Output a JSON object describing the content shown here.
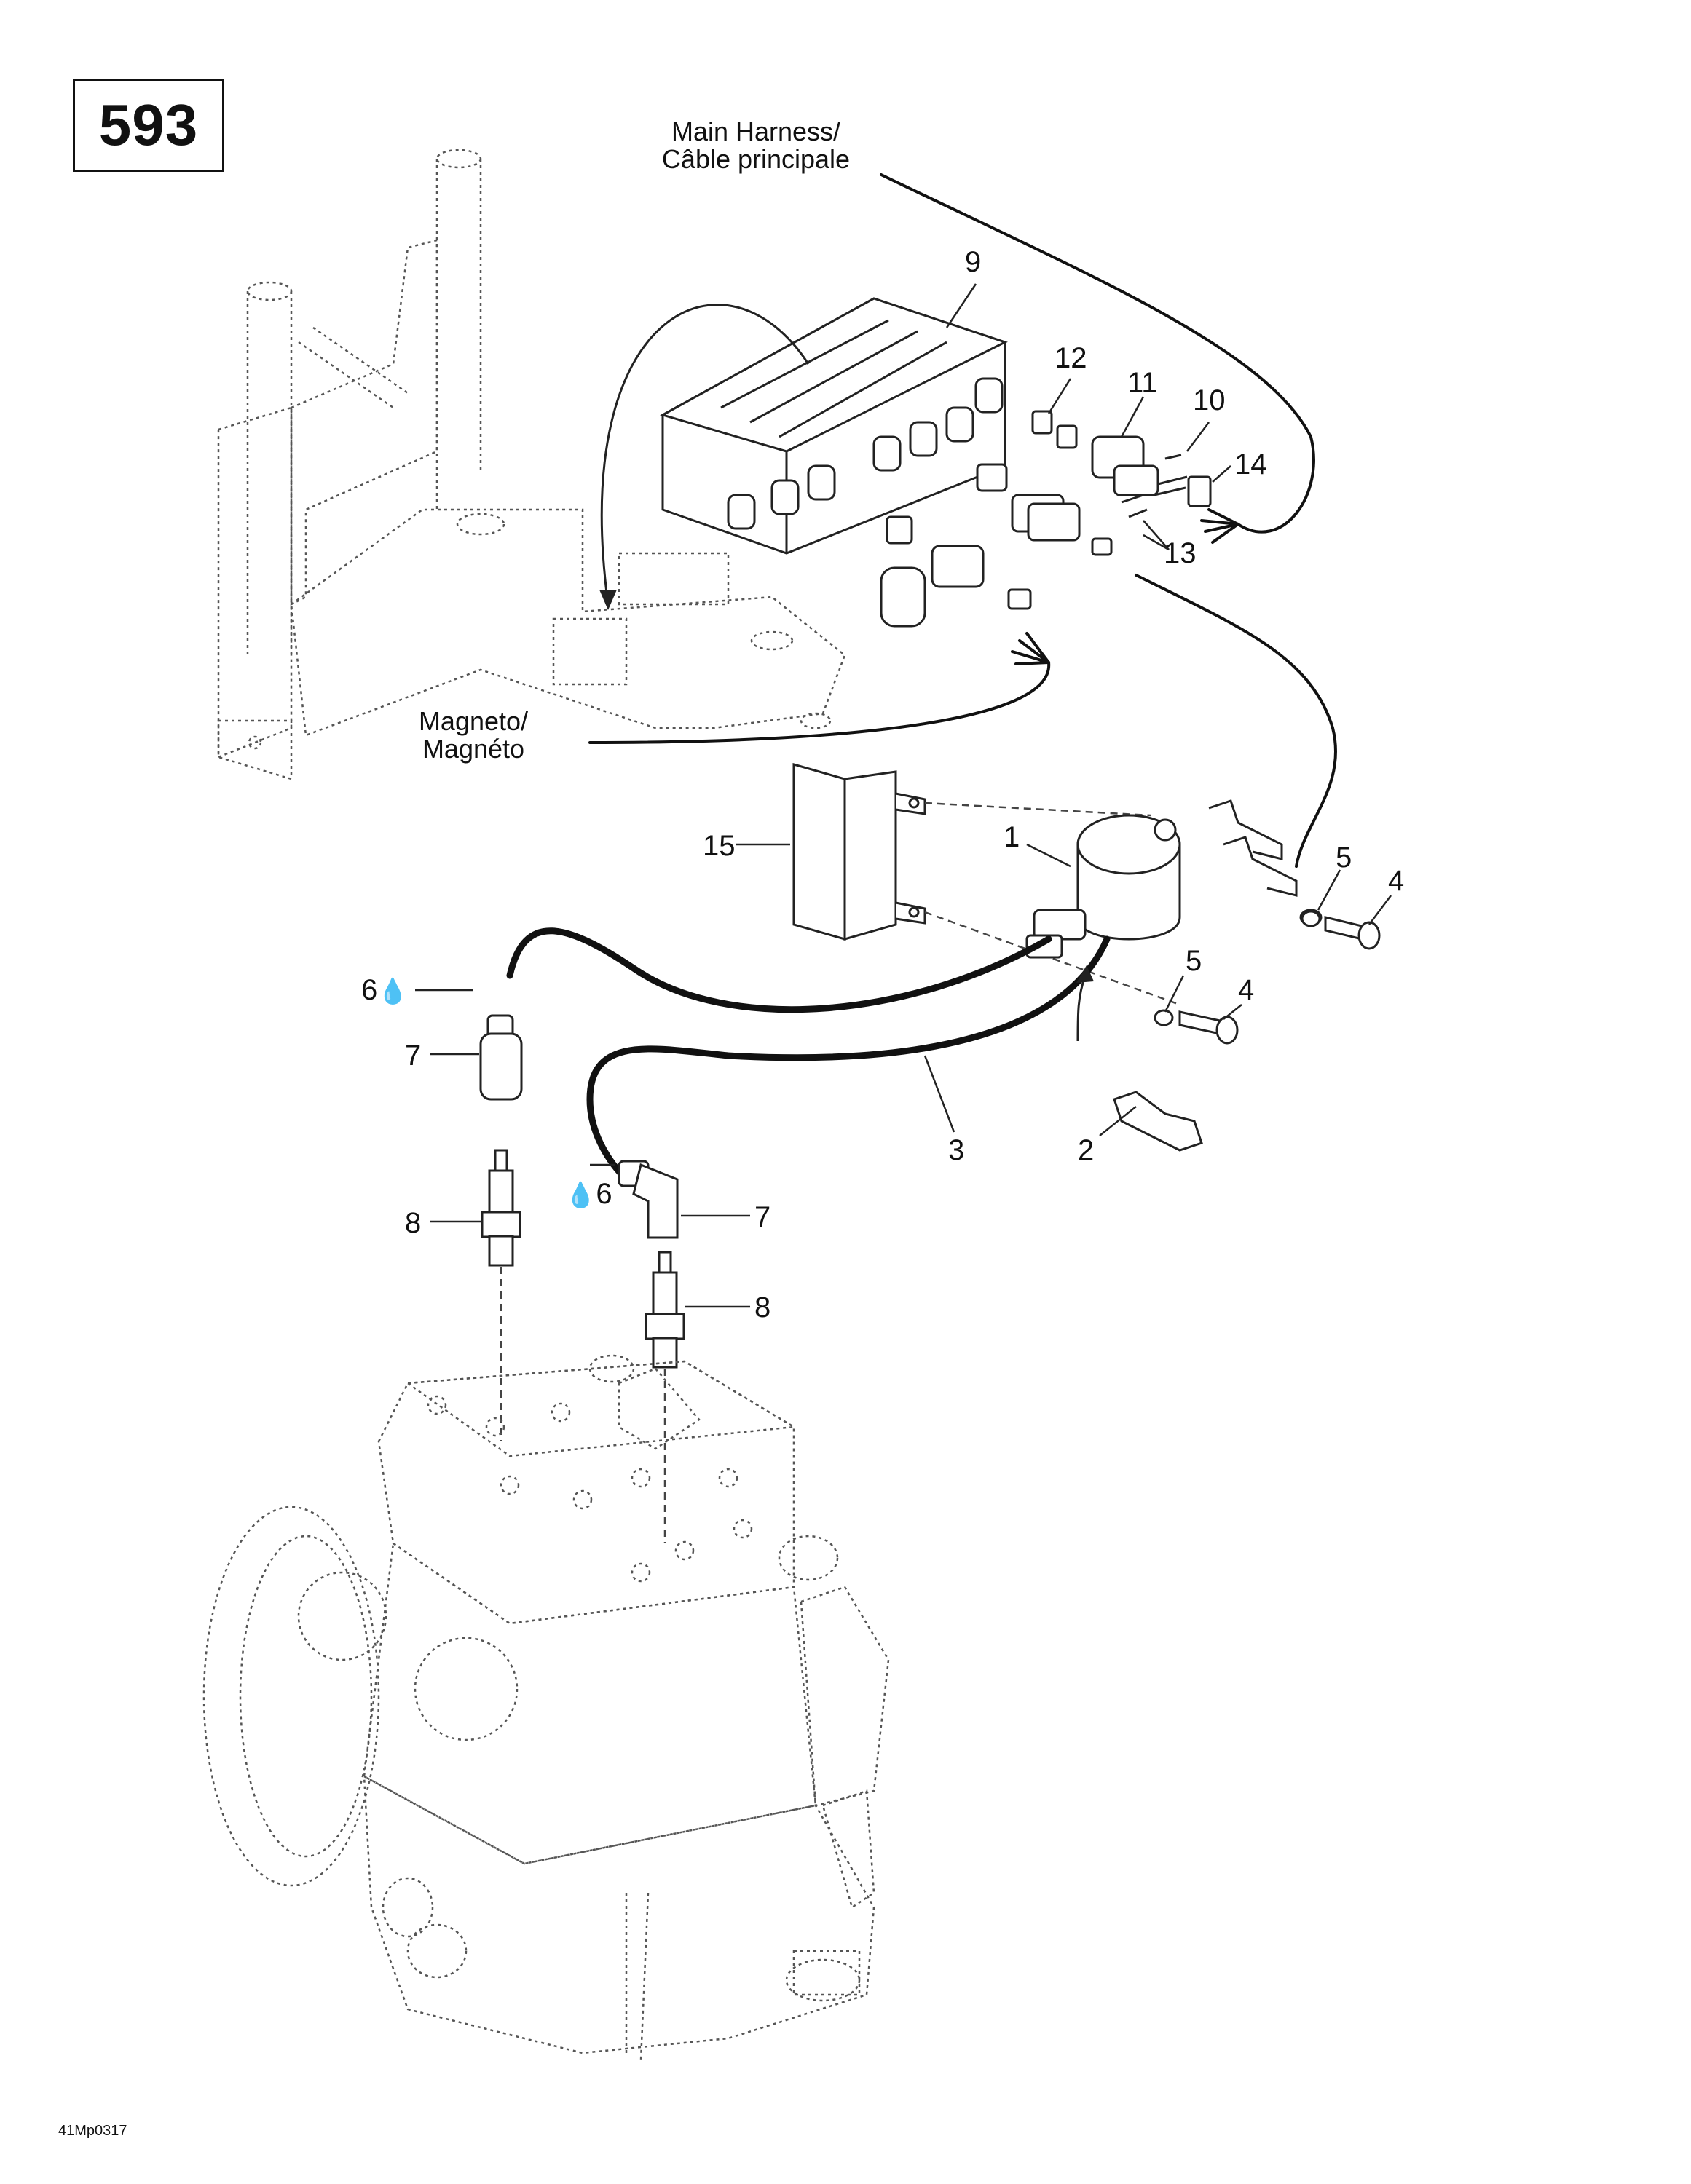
{
  "page": {
    "number": "593",
    "footer_code": "41Mp0317"
  },
  "labels": {
    "main_harness": "Main Harness/",
    "main_harness_fr": "Câble principale",
    "magneto": "Magneto/",
    "magneto_fr": "Magnéto"
  },
  "callouts": {
    "c1": "1",
    "c2": "2",
    "c3": "3",
    "c4a": "4",
    "c4b": "4",
    "c5a": "5",
    "c5b": "5",
    "c6a": "6",
    "c6b": "6",
    "c7a": "7",
    "c7b": "7",
    "c8a": "8",
    "c8b": "8",
    "c9": "9",
    "c10": "10",
    "c11": "11",
    "c12": "12",
    "c13": "13",
    "c14": "14",
    "c15": "15"
  },
  "icons": {
    "drop_symbol": "oil-drop-icon",
    "drop_glyph": "💧"
  }
}
